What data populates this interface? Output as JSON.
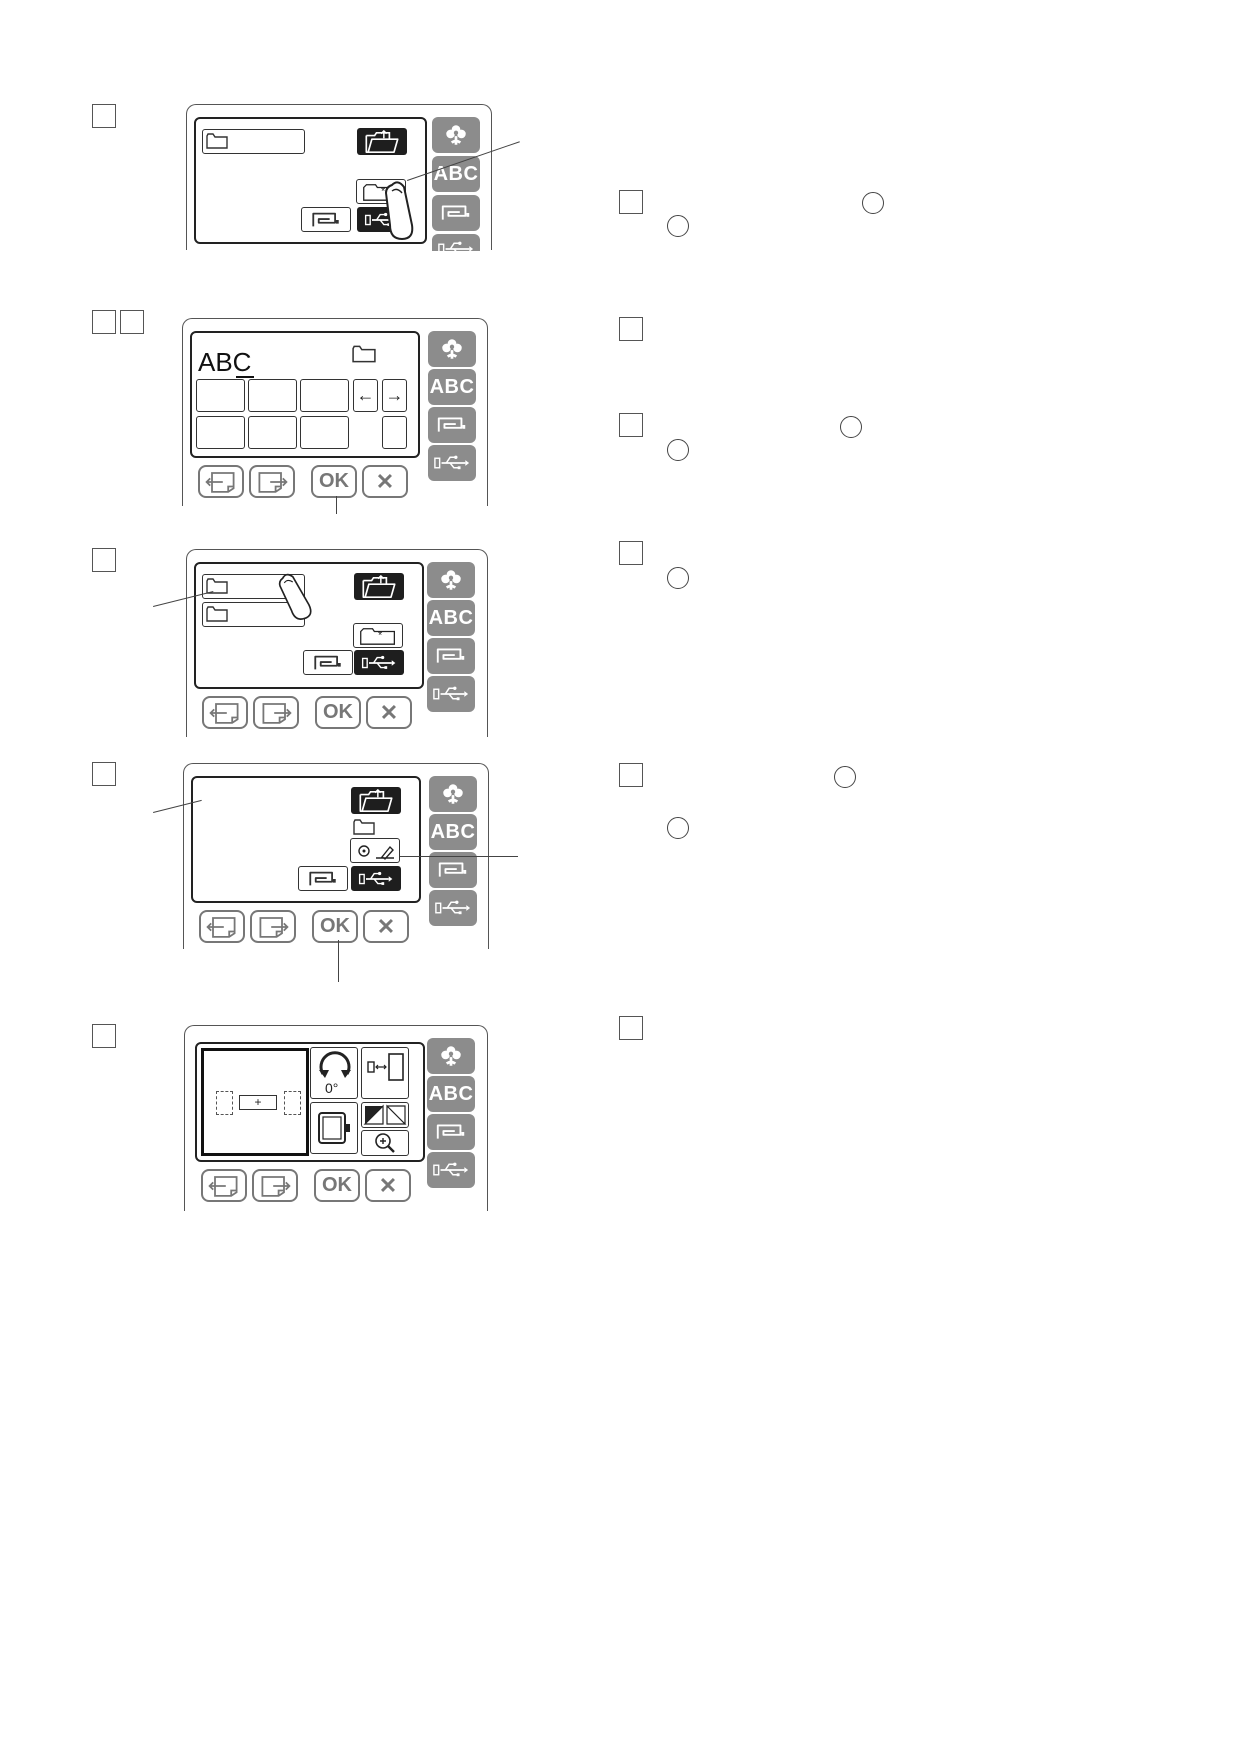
{
  "icons": {
    "flower": "flower-icon",
    "sewing_machine": "sewing-machine-icon",
    "usb": "usb-icon",
    "folder": "folder-icon",
    "open_folder": "open-folder-icon",
    "new_folder": "new-folder-icon",
    "finger": "finger-pointer-icon"
  },
  "side_labels": {
    "abc": "ABC"
  },
  "controls": {
    "ok": "OK",
    "cancel": "✕"
  },
  "screen2": {
    "text": "ABC",
    "left_arrow": "←",
    "right_arrow": "→"
  },
  "screen5": {
    "angle": "0°",
    "plus": "+"
  }
}
